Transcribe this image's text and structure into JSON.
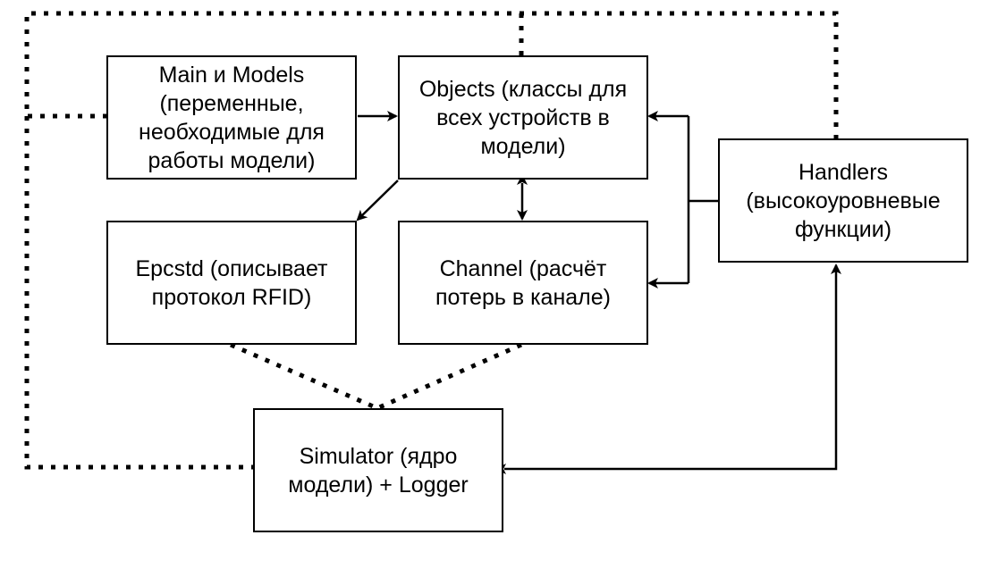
{
  "boxes": {
    "main_models": {
      "lines": [
        "Main и  Models",
        "(переменные,",
        "необходимые для",
        "работы модели)"
      ]
    },
    "objects": {
      "lines": [
        "Objects (классы для",
        "всех устройств в",
        "модели)"
      ]
    },
    "epcstd": {
      "lines": [
        "Epcstd (описывает",
        "протокол RFID)"
      ]
    },
    "channel": {
      "lines": [
        "Channel (расчёт",
        "потерь в канале)"
      ]
    },
    "handlers": {
      "lines": [
        "Handlers",
        "(высокоуровневые",
        "функции)"
      ]
    },
    "simulator": {
      "lines": [
        "Simulator (ядро",
        "модели) + Logger"
      ]
    }
  },
  "colors": {
    "stroke": "#000000",
    "background": "#ffffff"
  }
}
